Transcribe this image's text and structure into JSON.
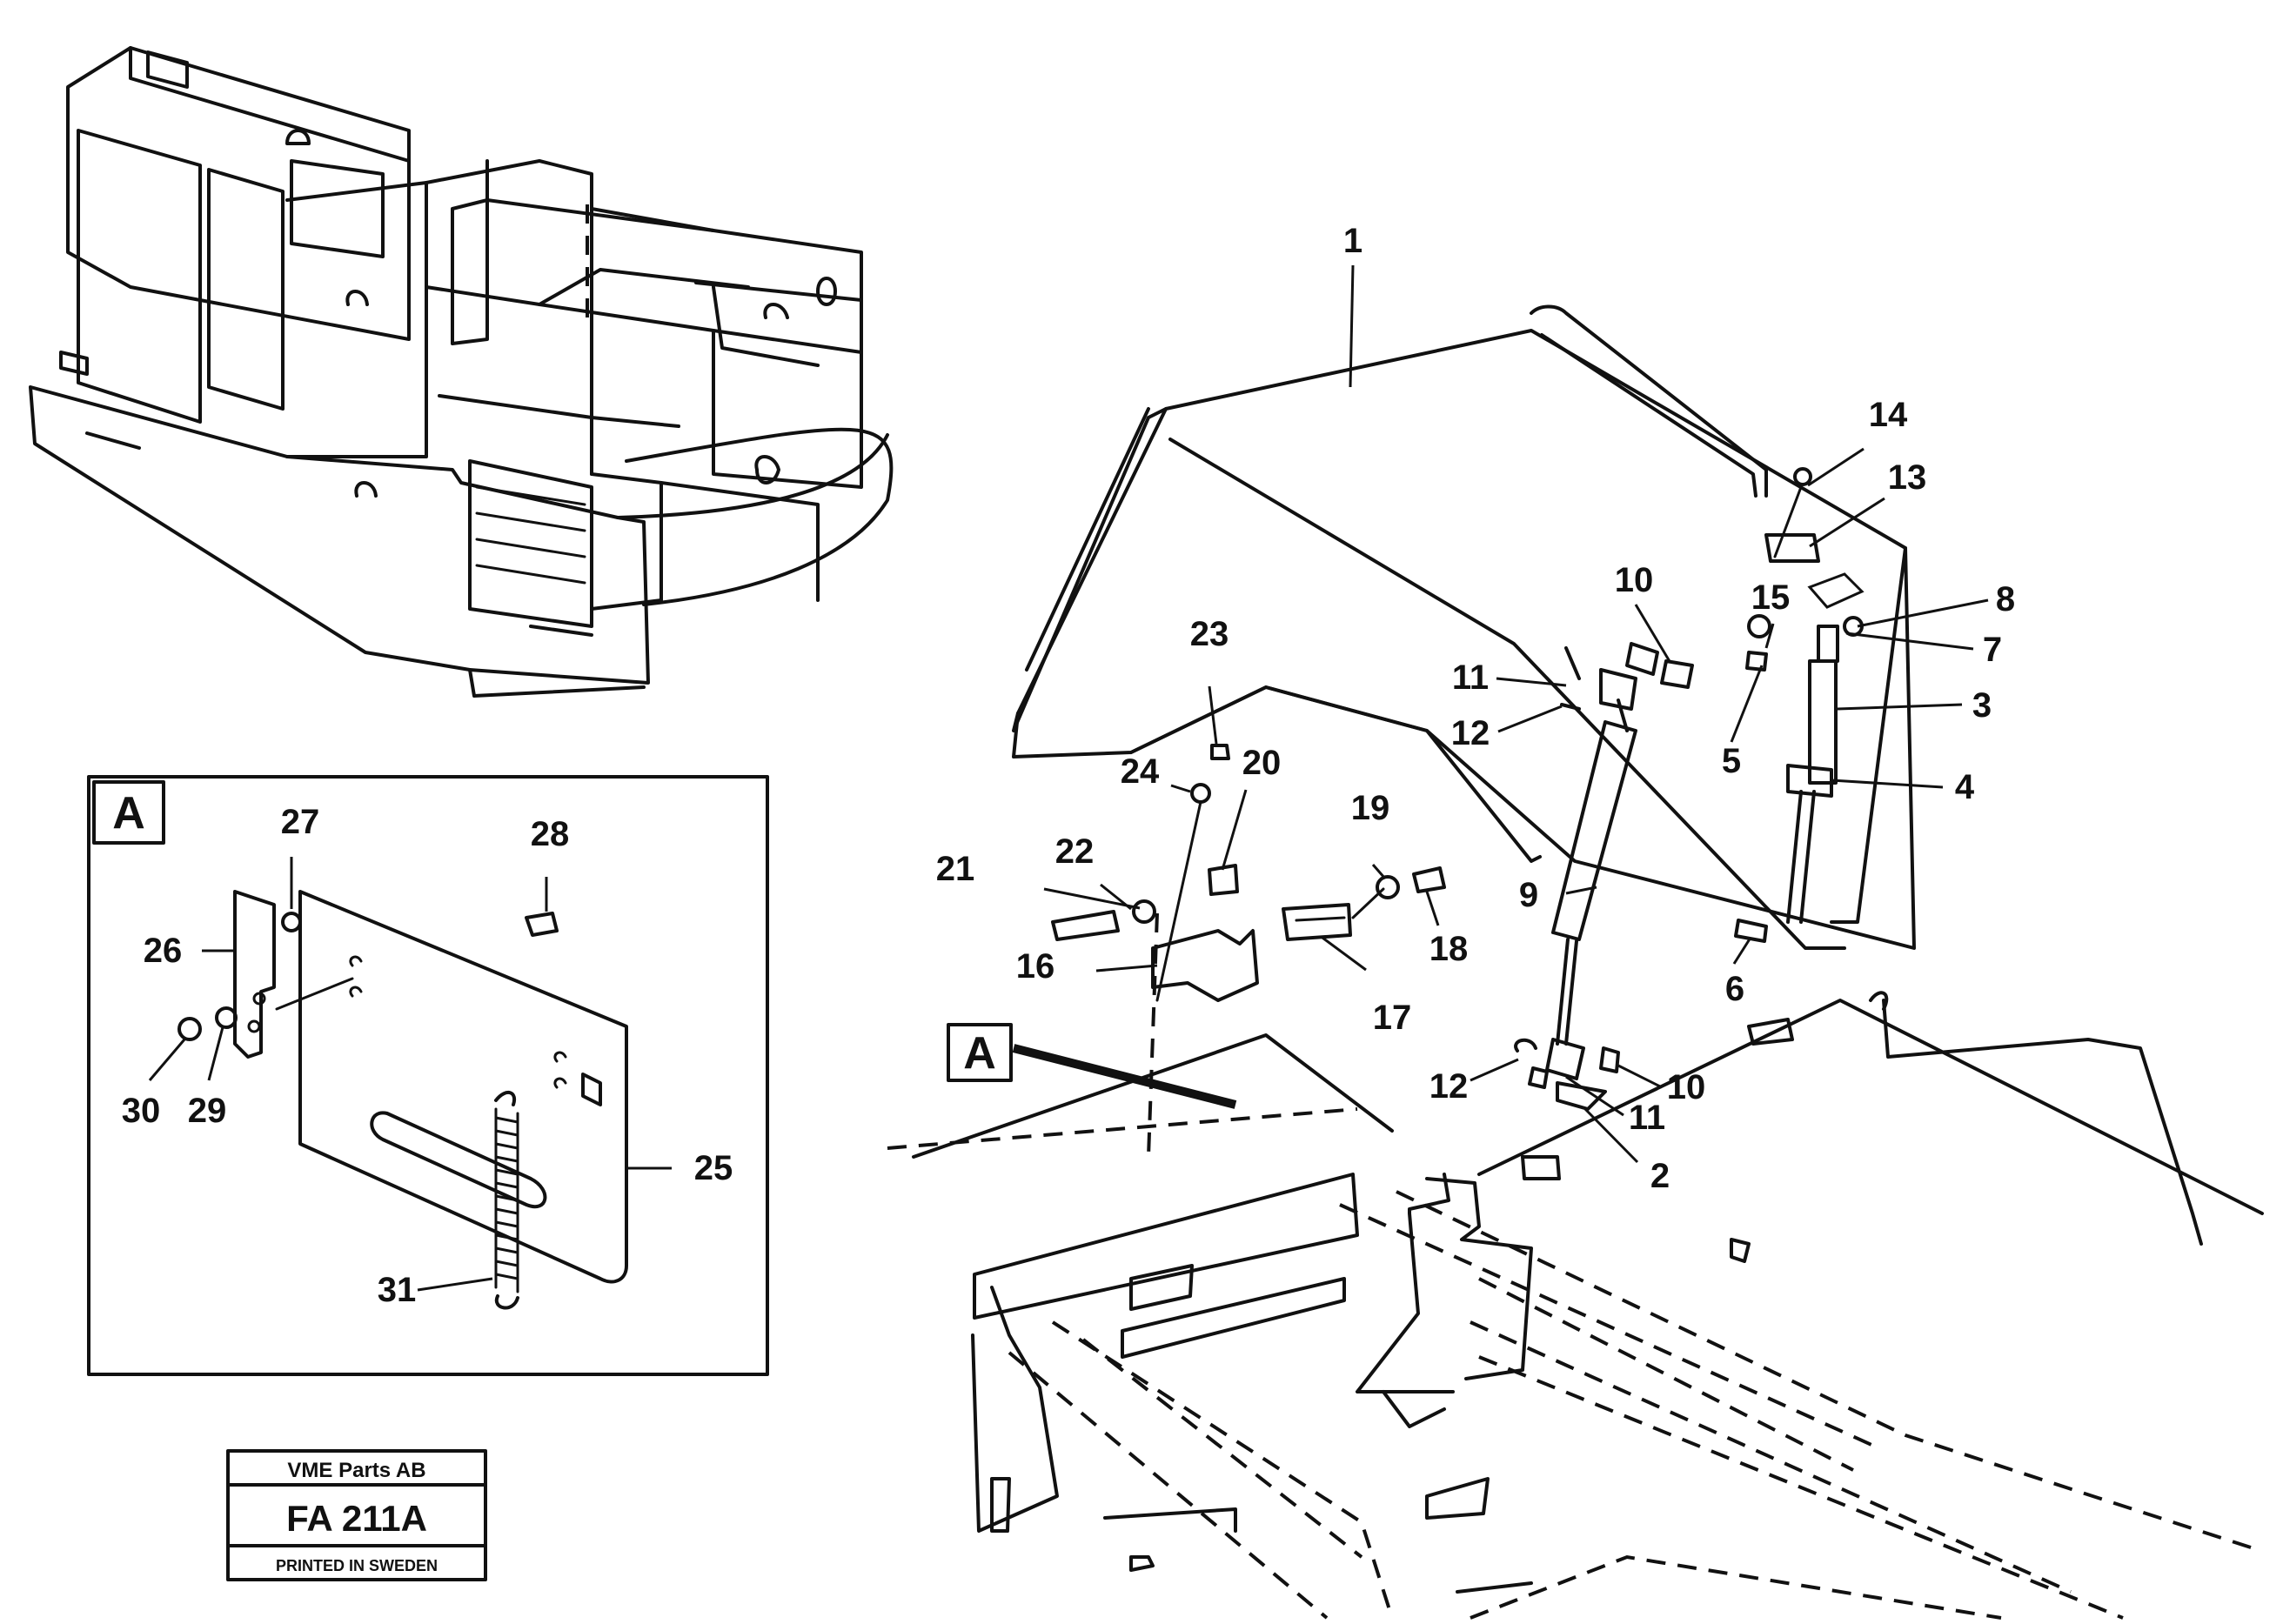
{
  "callouts": {
    "c1": "1",
    "c2": "2",
    "c3": "3",
    "c4": "4",
    "c5": "5",
    "c6": "6",
    "c7": "7",
    "c8": "8",
    "c9": "9",
    "c10a": "10",
    "c10b": "10",
    "c11a": "11",
    "c11b": "11",
    "c12a": "12",
    "c12b": "12",
    "c13": "13",
    "c14": "14",
    "c15": "15",
    "c16": "16",
    "c17": "17",
    "c18": "18",
    "c19": "19",
    "c20": "20",
    "c21": "21",
    "c22": "22",
    "c23": "23",
    "c24": "24",
    "c25": "25",
    "c26": "26",
    "c27": "27",
    "c28": "28",
    "c29": "29",
    "c30": "30",
    "c31": "31"
  },
  "detail": {
    "inset_label": "A",
    "pointer_label": "A"
  },
  "title_block": {
    "company": "VME Parts AB",
    "code": "FA 211A",
    "printed": "PRINTED IN SWEDEN"
  }
}
